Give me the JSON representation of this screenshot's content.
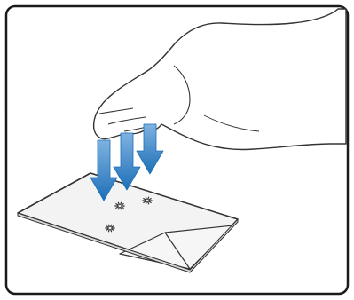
{
  "illustration": {
    "subject": "three-finger-tap-on-touchpad",
    "finger_count": 3,
    "tap_marks": 3,
    "colors": {
      "frame": "#1a1a1a",
      "hand_fill": "#ffffff",
      "hand_stroke": "#333333",
      "touchpad_fill": "#f3f3f3",
      "touchpad_stroke": "#333333",
      "arrow": "#1d6fb8",
      "tap_mark": "#333333"
    },
    "icons": [
      "hand-icon",
      "touchpad-icon",
      "down-arrow-icon",
      "tap-mark-icon"
    ]
  }
}
